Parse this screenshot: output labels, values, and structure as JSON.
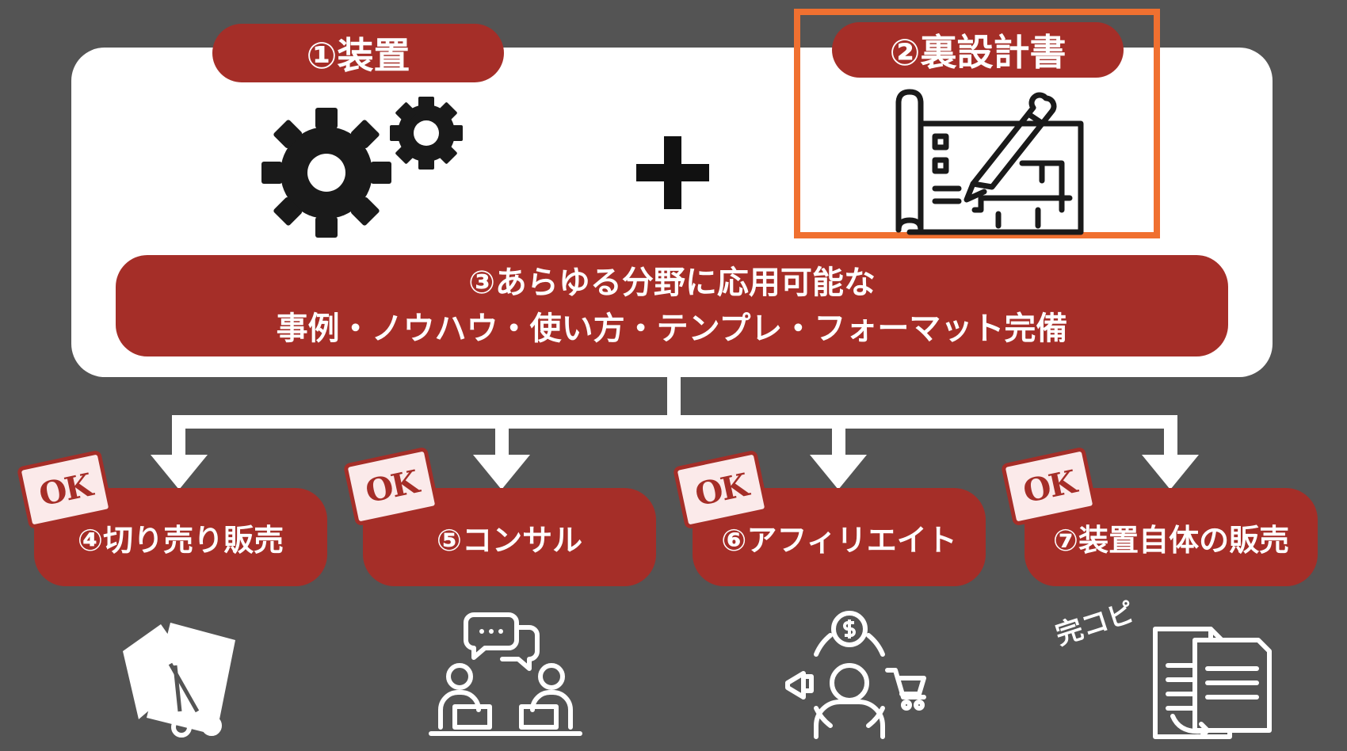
{
  "top": {
    "device_label": "①装置",
    "blueprint_label": "②裏設計書"
  },
  "banner": {
    "line1": "③あらゆる分野に応用可能な",
    "line2": "事例・ノウハウ・使い方・テンプレ・フォーマット完備"
  },
  "outputs": [
    {
      "label": "④切り売り販売",
      "stamp": "OK"
    },
    {
      "label": "⑤コンサル",
      "stamp": "OK"
    },
    {
      "label": "⑥アフィリエイト",
      "stamp": "OK"
    },
    {
      "label": "⑦装置自体の販売",
      "stamp": "OK"
    }
  ],
  "copy_label": "完コピ",
  "icons": {
    "device": "gears-icon",
    "blueprint": "blueprint-pencil-icon",
    "plus": "plus-icon",
    "cut_sell": "scissors-paper-icon",
    "consult": "consulting-people-icon",
    "affiliate": "affiliate-marketing-icon",
    "copy": "copy-documents-icon"
  },
  "colors": {
    "background": "#545454",
    "pill": "#a52e28",
    "panel": "#ffffff",
    "highlight": "#f07030"
  }
}
